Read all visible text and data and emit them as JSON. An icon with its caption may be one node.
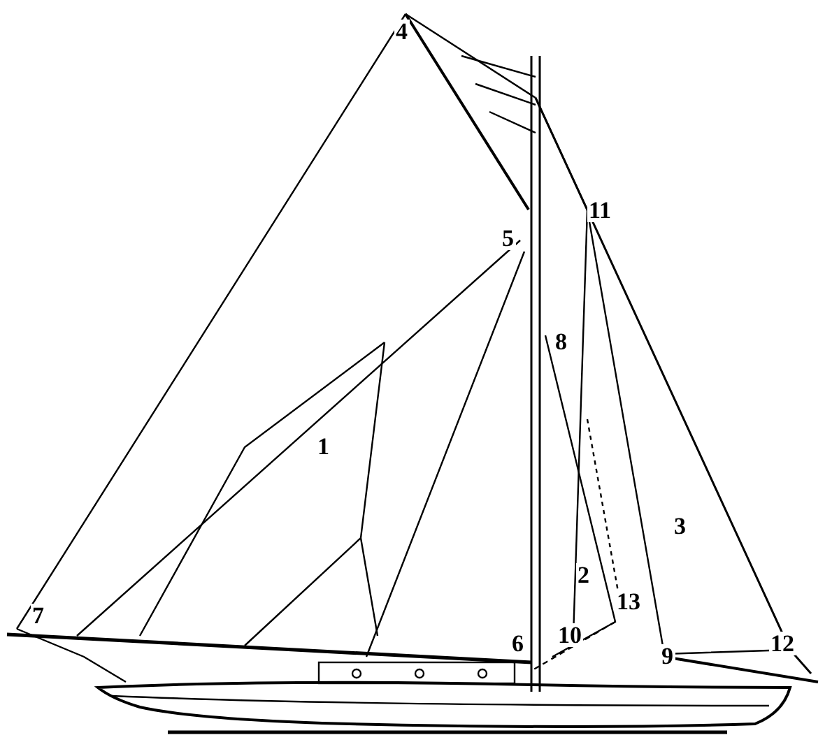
{
  "diagram": {
    "labels": [
      "4",
      "11",
      "5",
      "8",
      "1",
      "3",
      "2",
      "13",
      "7",
      "6",
      "10",
      "9",
      "12"
    ]
  }
}
